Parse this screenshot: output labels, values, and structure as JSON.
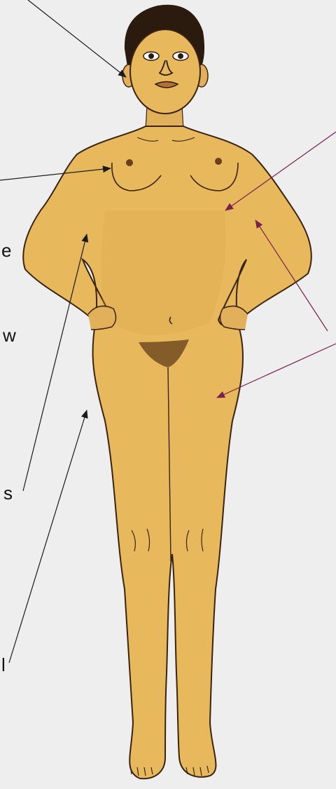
{
  "colors": {
    "background": "#eeeeee",
    "skin": "#e8b85c",
    "skin_shadow": "#c98f35",
    "outline": "#3a2410",
    "leader_black": "#1a1a1a",
    "leader_purple": "#7a1f4f"
  },
  "labels": {
    "f1": "e",
    "f2": "w",
    "f3": "s",
    "f4": "l"
  }
}
